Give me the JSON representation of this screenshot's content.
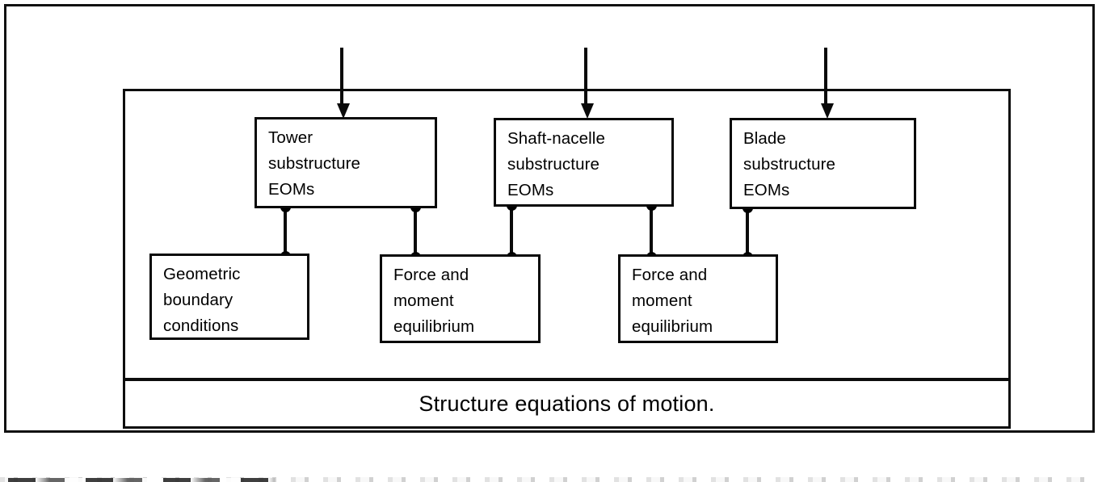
{
  "figure": {
    "title": "Structure equations of motion.",
    "colors": {
      "line": "#0a0a0a",
      "text": "#000000",
      "background": "#ffffff"
    }
  },
  "nodes": {
    "tower": {
      "label": "Tower\nsubstructure\nEOMs"
    },
    "shaft": {
      "label": "Shaft-nacelle\nsubstructure\nEOMs"
    },
    "blade": {
      "label": "Blade\nsubstructure\nEOMs"
    },
    "geometric": {
      "label": "Geometric\nboundary\nconditions"
    },
    "force_left": {
      "label": "Force and\nmoment\nequilibrium"
    },
    "force_right": {
      "label": "Force and\nmoment\nequilibrium"
    }
  },
  "caption": {
    "text": "Structure equations of motion."
  },
  "arrows": [
    {
      "name": "input-arrow-tower",
      "target": "tower"
    },
    {
      "name": "input-arrow-shaft",
      "target": "shaft"
    },
    {
      "name": "input-arrow-blade",
      "target": "blade"
    }
  ],
  "connectors": [
    {
      "from": "tower",
      "to": "geometric"
    },
    {
      "from": "tower",
      "to": "force_left"
    },
    {
      "from": "shaft",
      "to": "force_left"
    },
    {
      "from": "shaft",
      "to": "force_right"
    },
    {
      "from": "blade",
      "to": "force_right"
    }
  ]
}
